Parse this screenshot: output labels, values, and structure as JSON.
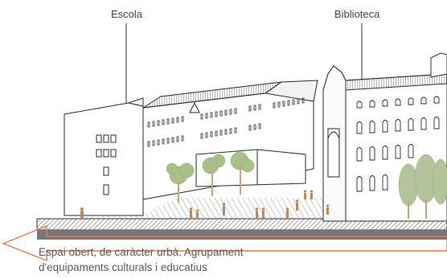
{
  "labels": {
    "escola": "Escola",
    "biblioteca": "Biblioteca"
  },
  "caption": {
    "line1": "Espai obert, de caràcter urbà. Agrupament",
    "line2": "d'equipaments culturals i educatius"
  },
  "colors": {
    "line": "#2b2b2b",
    "tree_green": "#a9c08a",
    "tree_trunk": "#c9a57a",
    "people": "#b98a62",
    "arrow": "#e8784f",
    "ground": "#7b7b7b"
  }
}
